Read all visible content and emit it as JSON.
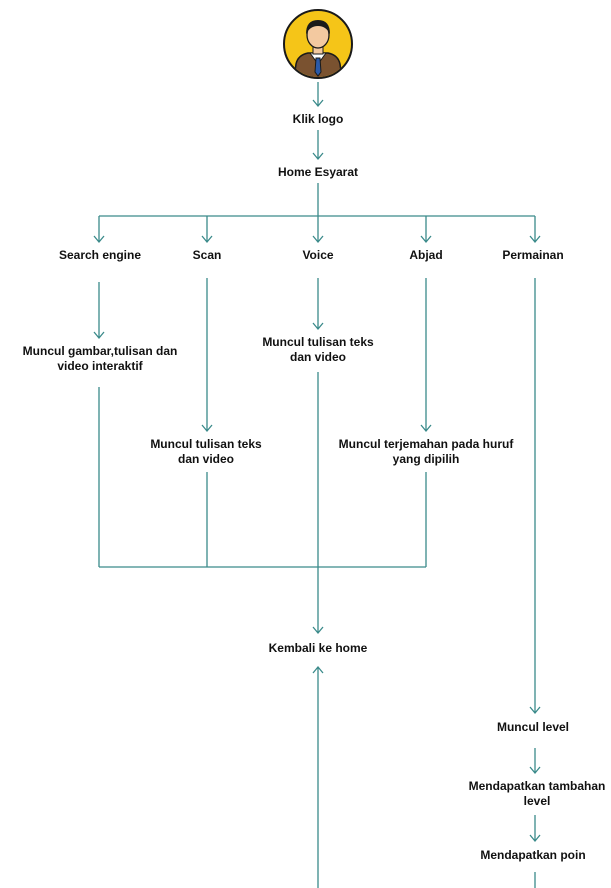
{
  "colors": {
    "connector": "#3a8a8a",
    "avatar_ring": "#f5c518",
    "avatar_outline": "#1a1a1a"
  },
  "avatar": {
    "icon": "user-avatar-icon"
  },
  "nodes": {
    "klik_logo": "Klik logo",
    "home": "Home Esyarat",
    "search_engine": "Search engine",
    "scan": "Scan",
    "voice": "Voice",
    "abjad": "Abjad",
    "permainan": "Permainan",
    "muncul_gambar": [
      "Muncul gambar,tulisan dan",
      "video interaktif"
    ],
    "voice_result": [
      "Muncul tulisan teks",
      "dan video"
    ],
    "scan_result": [
      "Muncul tulisan teks",
      "dan video"
    ],
    "abjad_result": [
      "Muncul terjemahan pada huruf",
      "yang dipilih"
    ],
    "kembali": "Kembali ke home",
    "muncul_level": "Muncul level",
    "tambahan_level": [
      "Mendapatkan tambahan",
      "level"
    ],
    "poin": "Mendapatkan poin"
  }
}
